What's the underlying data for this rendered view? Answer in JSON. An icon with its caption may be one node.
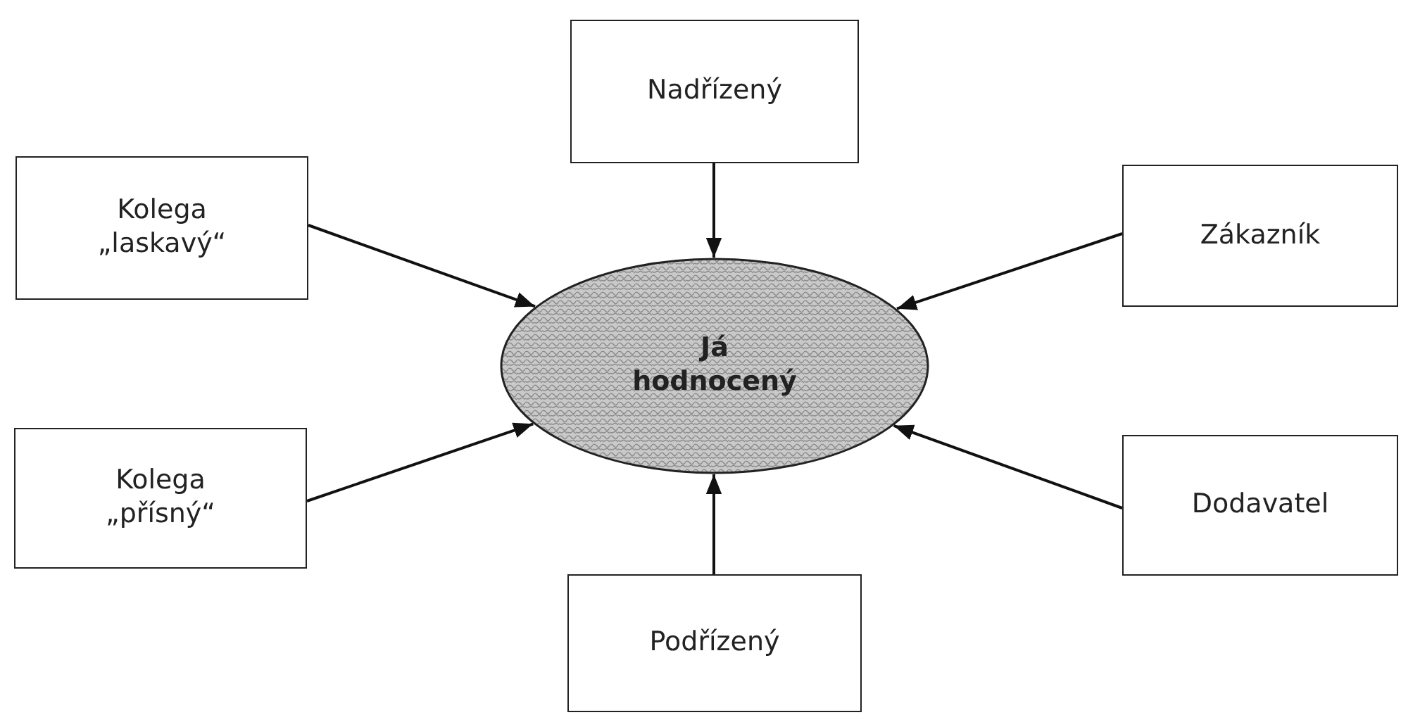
{
  "diagram": {
    "nodes": [
      {
        "text": [
          "Nadřízený"
        ]
      },
      {
        "text": [
          "Kolega „laskavý“"
        ]
      },
      {
        "text": [
          "Zákazník"
        ]
      },
      {
        "text": [
          "Já hodnocený"
        ]
      },
      {
        "text": [
          "Kolega „přísný“"
        ]
      },
      {
        "text": [
          "Dodavatel"
        ]
      },
      {
        "text": [
          "Podřízený"
        ]
      }
    ],
    "edges": [
      {
        "from": 0,
        "to": 3,
        "arrow": "to"
      },
      {
        "from": 1,
        "to": 3,
        "arrow": "to"
      },
      {
        "from": 2,
        "to": 3,
        "arrow": "to"
      },
      {
        "from": 4,
        "to": 3,
        "arrow": "to"
      },
      {
        "from": 5,
        "to": 3,
        "arrow": "to"
      },
      {
        "from": 6,
        "to": 3,
        "arrow": "to"
      }
    ]
  }
}
